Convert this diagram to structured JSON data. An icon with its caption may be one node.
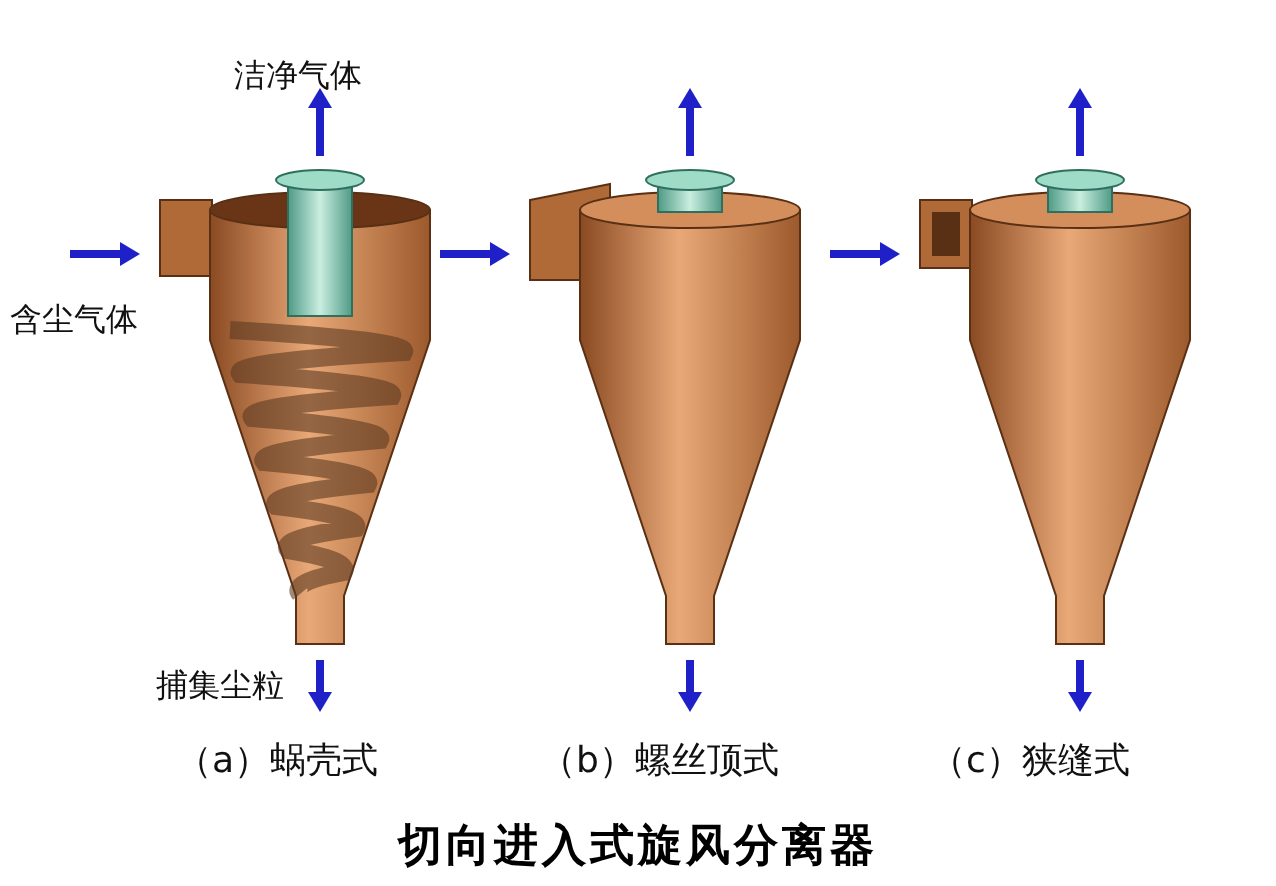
{
  "diagram": {
    "title": "切向进入式旋风分离器",
    "labels": [
      "洁净气体",
      "含尘气体",
      "捕集尘粒",
      "（a）蜗壳式",
      "（b）螺丝顶式",
      "（c）狭缝式"
    ]
  }
}
